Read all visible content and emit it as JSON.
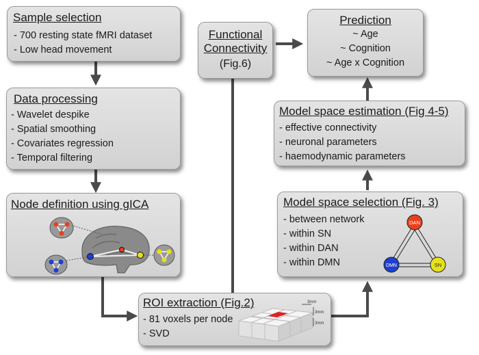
{
  "sample_selection": {
    "title": "Sample selection",
    "items": [
      "- 700 resting state fMRI dataset",
      "- Low head movement"
    ]
  },
  "data_processing": {
    "title": "Data processing",
    "items": [
      "- Wavelet despike",
      "- Spatial smoothing",
      "- Covariates regression",
      "- Temporal filtering"
    ]
  },
  "node_definition": {
    "title": "Node definition using gICA"
  },
  "roi_extraction": {
    "title": "ROI extraction (Fig.2)",
    "items": [
      "- 81 voxels per node",
      "- SVD"
    ],
    "dims": [
      "3mm",
      "3mm",
      "3mm"
    ]
  },
  "functional_connectivity": {
    "title_line1": "Functional",
    "title_line2": "Connectivity",
    "ref": "(Fig.6)"
  },
  "prediction": {
    "title": "Prediction",
    "items": [
      "~ Age",
      "~ Cognition",
      "~ Age x Cognition"
    ]
  },
  "model_estimation": {
    "title": "Model space estimation (Fig 4-5)",
    "items": [
      "- effective connectivity",
      "- neuronal parameters",
      "- haemodynamic parameters"
    ]
  },
  "model_selection": {
    "title": "Model space selection (Fig. 3)",
    "items": [
      "- between network",
      "- within SN",
      "- within DAN",
      "- within DMN"
    ],
    "nodes": {
      "dan": "DAN",
      "dmn": "DMN",
      "sn": "SN"
    }
  },
  "colors": {
    "box_fill": "#d9d9d9",
    "arrow": "#4a4a4a",
    "dan": "#e8411c",
    "dmn": "#1f3fd1",
    "sn": "#e6e21a",
    "roi_highlight": "#e02020"
  }
}
